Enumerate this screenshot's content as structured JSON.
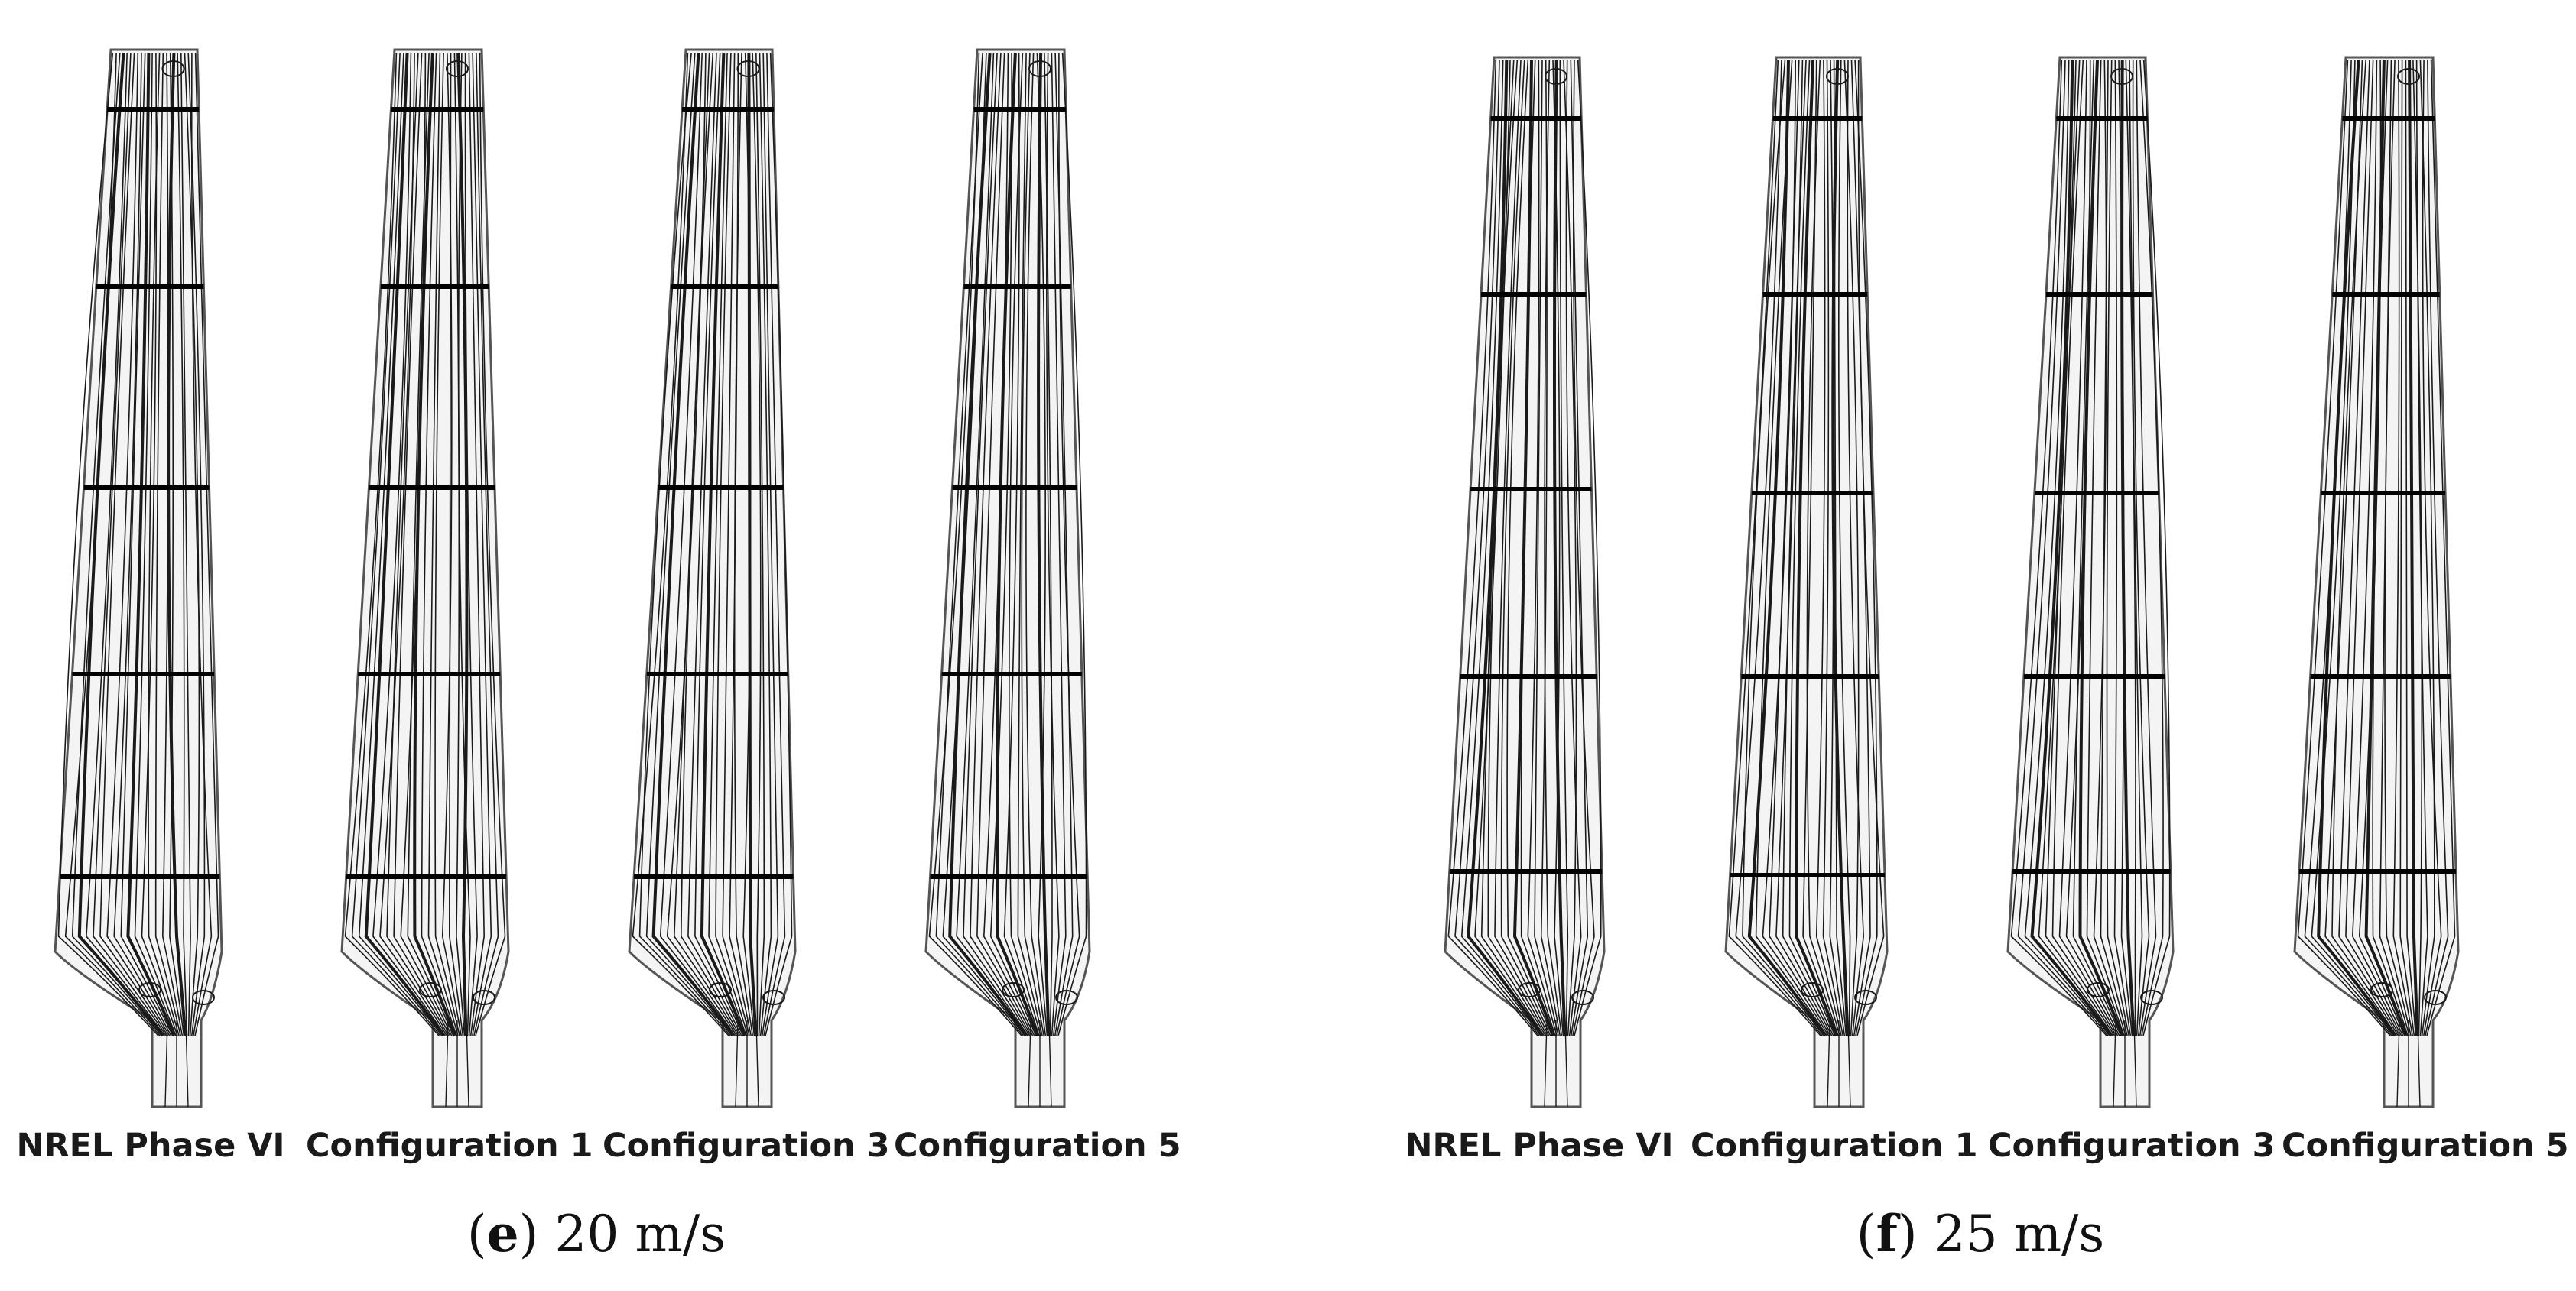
{
  "panels": [
    {
      "letter": "e",
      "speed": "20 m/s",
      "blades": [
        "NREL Phase VI",
        "Configuration 1",
        "Configuration 3",
        "Configuration 5"
      ]
    },
    {
      "letter": "f",
      "speed": "25 m/s",
      "blades": [
        "NREL Phase VI",
        "Configuration 1",
        "Configuration 3",
        "Configuration 5"
      ]
    }
  ],
  "colors": {
    "streamline": "#1a1a1a",
    "blade_fill": "#f4f4f4",
    "section_line": "#000000"
  }
}
